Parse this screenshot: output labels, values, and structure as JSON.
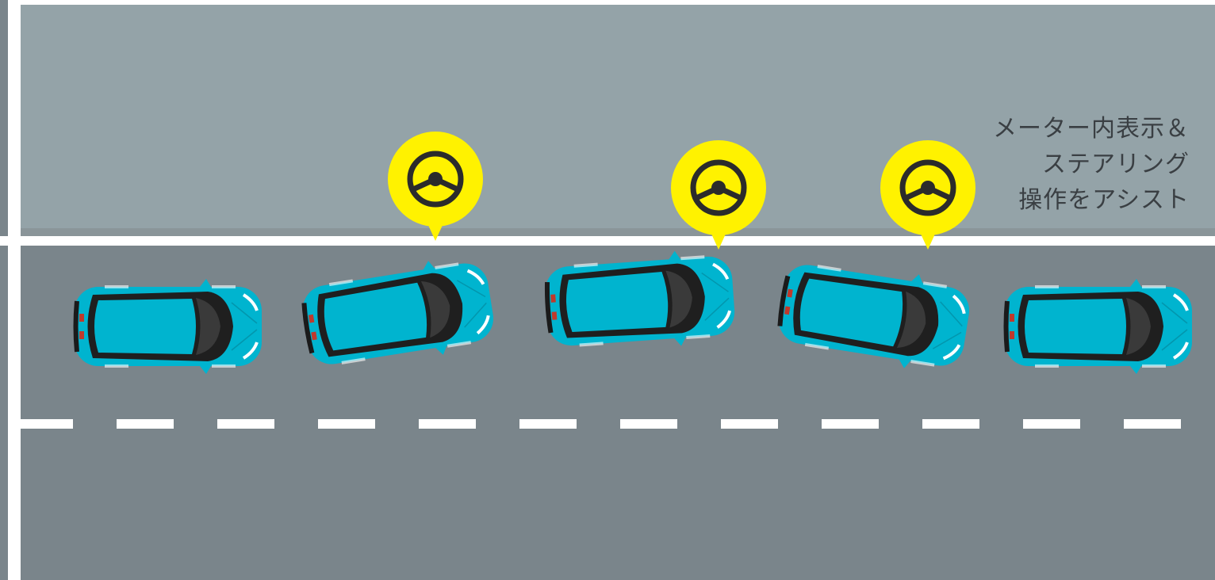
{
  "caption": {
    "lines": [
      "メーター内表示＆",
      "ステアリング",
      "操作をアシスト"
    ]
  },
  "cars": [
    {
      "label": "car-1",
      "angle": 0
    },
    {
      "label": "car-2",
      "angle": -9
    },
    {
      "label": "car-3",
      "angle": -4
    },
    {
      "label": "car-4",
      "angle": 9
    },
    {
      "label": "car-5",
      "angle": 0
    }
  ],
  "assist_markers": [
    {
      "label": "steering-assist-marker-1",
      "icon": "steering-wheel-icon"
    },
    {
      "label": "steering-assist-marker-2",
      "icon": "steering-wheel-icon"
    },
    {
      "label": "steering-assist-marker-3",
      "icon": "steering-wheel-icon"
    }
  ],
  "colors": {
    "shoulder": "#94a3a8",
    "road": "#7a858b",
    "line": "#ffffff",
    "car_body": "#00b4cf",
    "car_roof": "#333333",
    "marker": "#fff200",
    "icon": "#2b2b2b"
  }
}
